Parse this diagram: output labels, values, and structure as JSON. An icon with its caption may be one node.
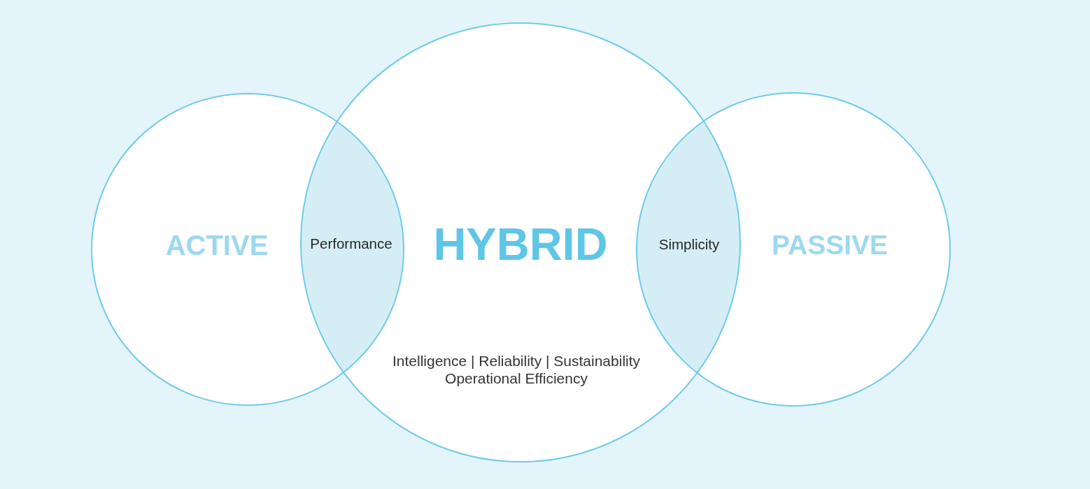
{
  "diagram": {
    "nodes": [
      {
        "text": [
          "ACTIVE"
        ]
      },
      {
        "text": [
          "Performance"
        ]
      },
      {
        "text": [
          "HYBRID",
          "Intelligence | Reliability | Sustainability Operational Efficiency"
        ]
      },
      {
        "text": [
          "Simplicity"
        ]
      },
      {
        "text": [
          "PASSIVE"
        ]
      }
    ]
  }
}
